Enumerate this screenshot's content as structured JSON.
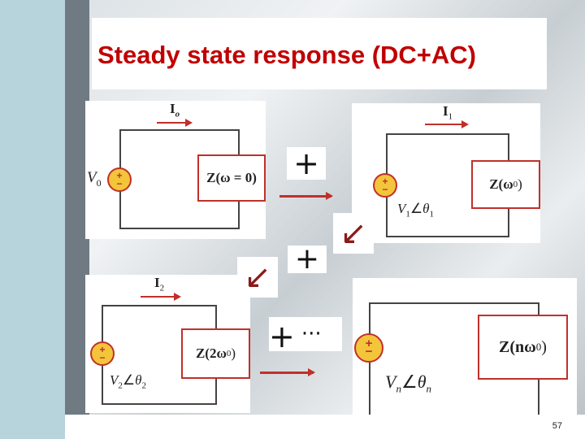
{
  "slide": {
    "title": "Steady state response (DC+AC)",
    "page_number": "57"
  },
  "circuits": {
    "dc": {
      "current": "I",
      "current_sub": "o",
      "source": "V",
      "source_sub": "0",
      "impedance": "Z(ω = 0)"
    },
    "first": {
      "current": "I",
      "current_sub": "1",
      "source": "V",
      "source_sub": "1",
      "angle": "θ",
      "angle_sub": "1",
      "impedance": "Z(ω",
      "impedance_sub": "0",
      "impedance_end": ")"
    },
    "second": {
      "current": "I",
      "current_sub": "2",
      "source": "V",
      "source_sub": "2",
      "angle": "θ",
      "angle_sub": "2",
      "impedance": "Z(2ω",
      "impedance_sub": "0",
      "impedance_end": ")"
    },
    "nth": {
      "source": "V",
      "source_sub": "n",
      "angle": "θ",
      "angle_sub": "n",
      "impedance": "Z(nω",
      "impedance_sub": "0",
      "impedance_end": ")"
    }
  },
  "operators": {
    "plus": "+",
    "ellipsis": "···",
    "down_left_arrow": "↙",
    "angle_symbol": "∠"
  },
  "source_signs": {
    "plus": "+",
    "minus": "−"
  },
  "colors": {
    "title": "#c00000",
    "wire_box": "#c0302a",
    "source_fill": "#f3c53a",
    "arrow": "#c0302a",
    "diag_arrow": "#8b1a1a",
    "left_strip": "#b7d3db"
  }
}
